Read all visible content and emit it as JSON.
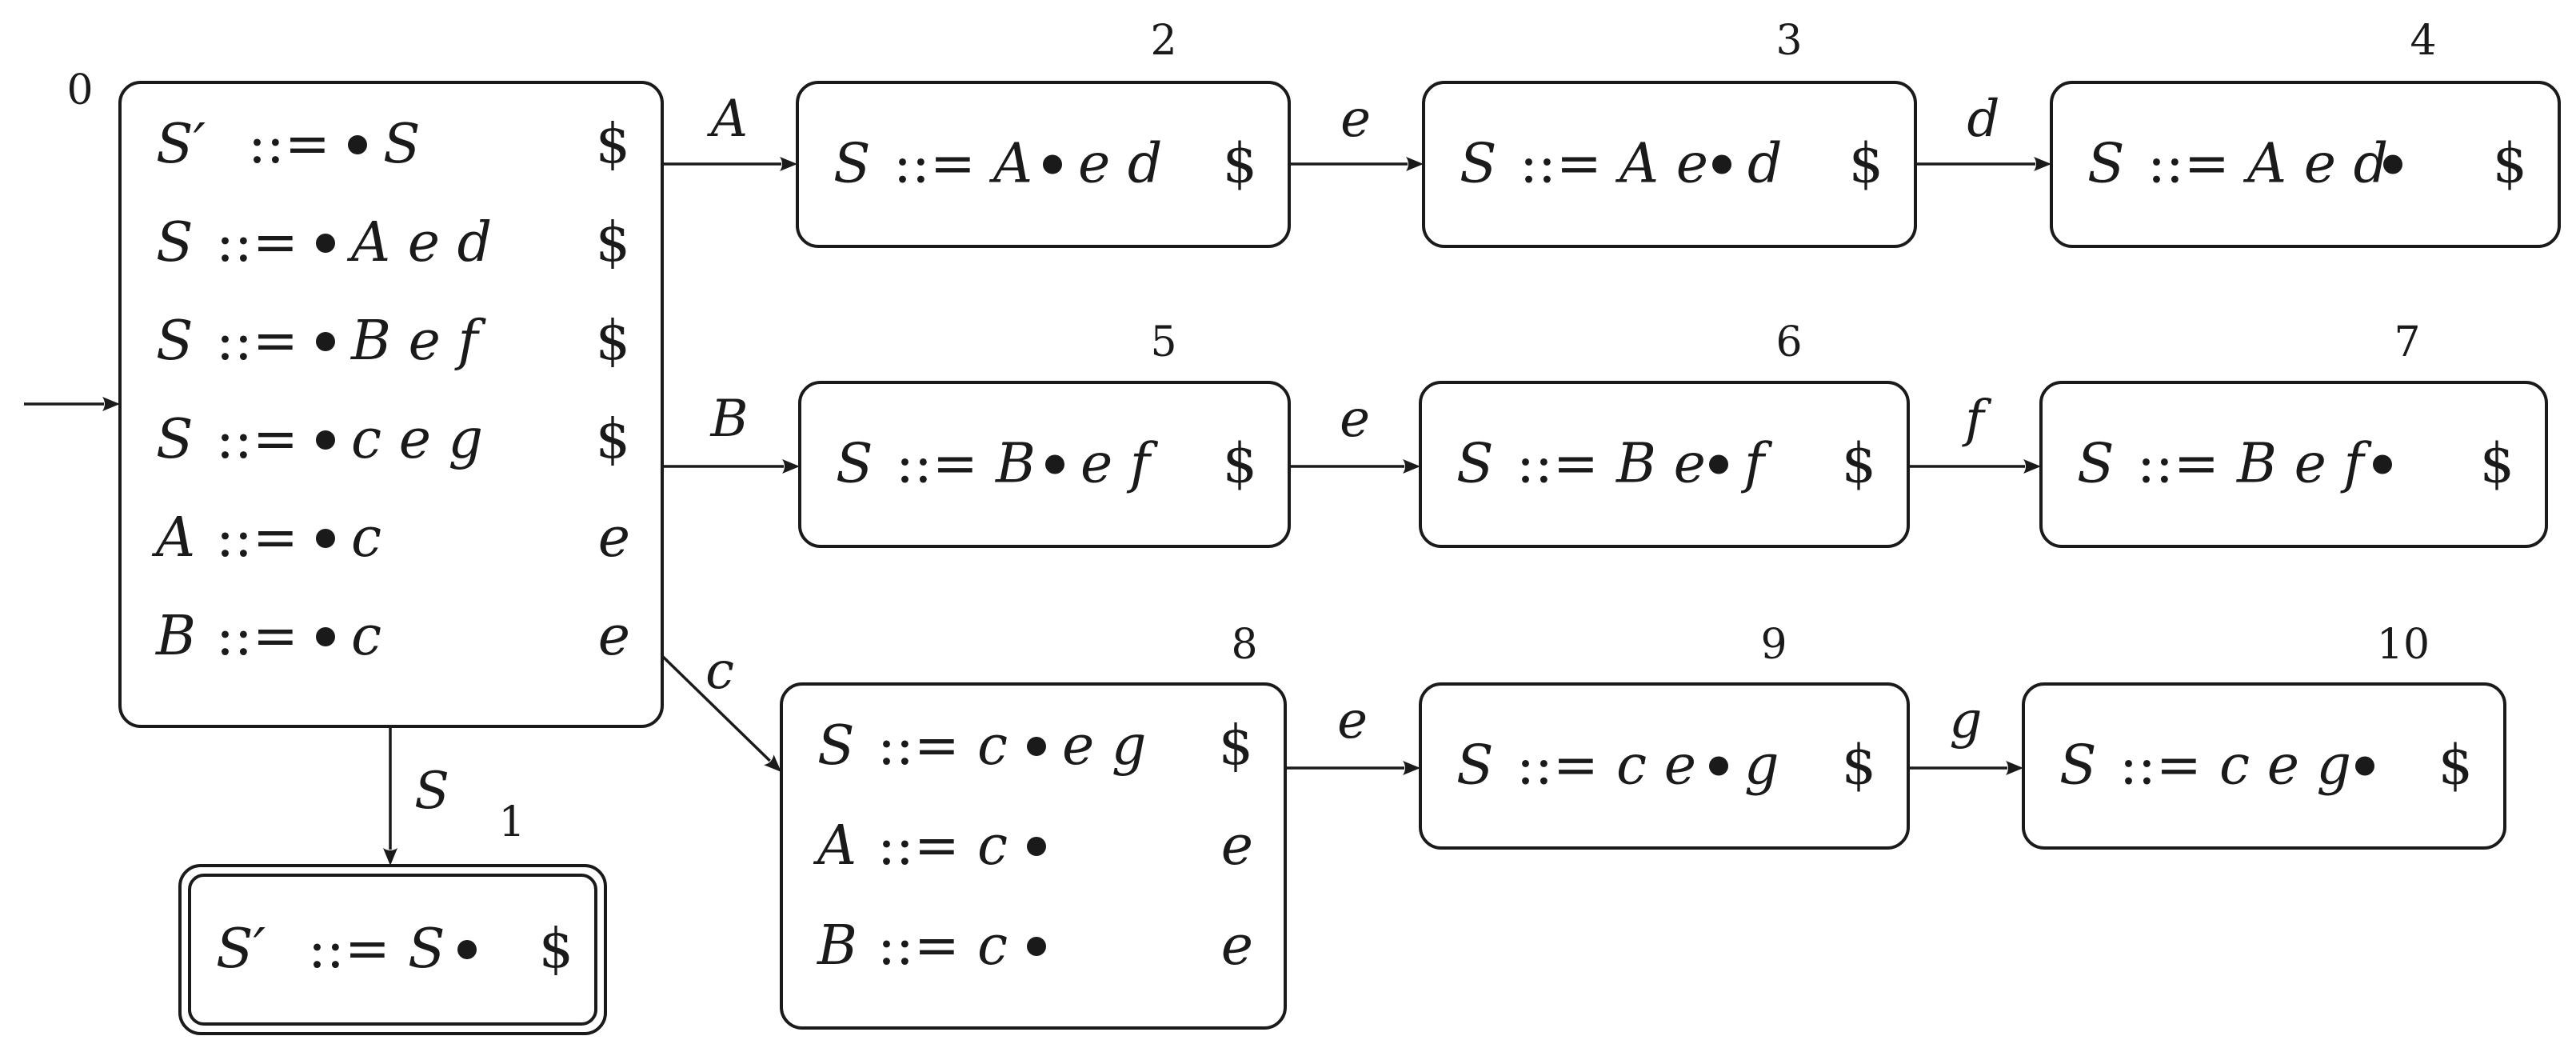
{
  "states": [
    {
      "id": "0",
      "accepting": false,
      "items": [
        {
          "lhs": "S′",
          "op": "::=",
          "before": "",
          "after": "S",
          "la": "$"
        },
        {
          "lhs": "S",
          "op": "::=",
          "before": "",
          "after": "A e d",
          "la": "$"
        },
        {
          "lhs": "S",
          "op": "::=",
          "before": "",
          "after": "B e f",
          "la": "$"
        },
        {
          "lhs": "S",
          "op": "::=",
          "before": "",
          "after": "c e g",
          "la": "$"
        },
        {
          "lhs": "A",
          "op": "::=",
          "before": "",
          "after": "c",
          "la": "e"
        },
        {
          "lhs": "B",
          "op": "::=",
          "before": "",
          "after": "c",
          "la": "e"
        }
      ]
    },
    {
      "id": "1",
      "accepting": true,
      "items": [
        {
          "lhs": "S′",
          "op": "::=",
          "before": "S",
          "after": "",
          "la": "$"
        }
      ]
    },
    {
      "id": "2",
      "accepting": false,
      "items": [
        {
          "lhs": "S",
          "op": "::=",
          "before": "A",
          "after": "e d",
          "la": "$"
        }
      ]
    },
    {
      "id": "3",
      "accepting": false,
      "items": [
        {
          "lhs": "S",
          "op": "::=",
          "before": "A e",
          "after": "d",
          "la": "$"
        }
      ]
    },
    {
      "id": "4",
      "accepting": false,
      "items": [
        {
          "lhs": "S",
          "op": "::=",
          "before": "A e d",
          "after": "",
          "la": "$"
        }
      ]
    },
    {
      "id": "5",
      "accepting": false,
      "items": [
        {
          "lhs": "S",
          "op": "::=",
          "before": "B",
          "after": "e f",
          "la": "$"
        }
      ]
    },
    {
      "id": "6",
      "accepting": false,
      "items": [
        {
          "lhs": "S",
          "op": "::=",
          "before": "B e",
          "after": "f",
          "la": "$"
        }
      ]
    },
    {
      "id": "7",
      "accepting": false,
      "items": [
        {
          "lhs": "S",
          "op": "::=",
          "before": "B e f",
          "after": "",
          "la": "$"
        }
      ]
    },
    {
      "id": "8",
      "accepting": false,
      "items": [
        {
          "lhs": "S",
          "op": "::=",
          "before": "c",
          "after": "e g",
          "la": "$"
        },
        {
          "lhs": "A",
          "op": "::=",
          "before": "c",
          "after": "",
          "la": "e"
        },
        {
          "lhs": "B",
          "op": "::=",
          "before": "c",
          "after": "",
          "la": "e"
        }
      ]
    },
    {
      "id": "9",
      "accepting": false,
      "items": [
        {
          "lhs": "S",
          "op": "::=",
          "before": "c e",
          "after": "g",
          "la": "$"
        }
      ]
    },
    {
      "id": "10",
      "accepting": false,
      "items": [
        {
          "lhs": "S",
          "op": "::=",
          "before": "c e g",
          "after": "",
          "la": "$"
        }
      ]
    }
  ],
  "transitions": [
    {
      "from": "0",
      "to": "2",
      "label": "A"
    },
    {
      "from": "2",
      "to": "3",
      "label": "e"
    },
    {
      "from": "3",
      "to": "4",
      "label": "d"
    },
    {
      "from": "0",
      "to": "5",
      "label": "B"
    },
    {
      "from": "5",
      "to": "6",
      "label": "e"
    },
    {
      "from": "6",
      "to": "7",
      "label": "f"
    },
    {
      "from": "0",
      "to": "8",
      "label": "c"
    },
    {
      "from": "8",
      "to": "9",
      "label": "e"
    },
    {
      "from": "9",
      "to": "10",
      "label": "g"
    },
    {
      "from": "0",
      "to": "1",
      "label": "S"
    }
  ],
  "start_state": "0"
}
